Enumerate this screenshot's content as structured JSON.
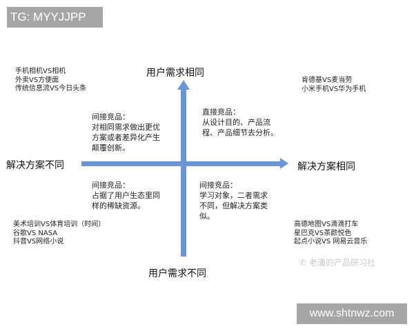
{
  "tags": {
    "top_left": "TG: MYYJJPP",
    "bottom_right": "www.shtnwz.com"
  },
  "axes": {
    "top": "用户需求相同",
    "bottom": "用户需求不同",
    "left": "解决方案不同",
    "right": "解决方案相同",
    "color": "#6a95d8"
  },
  "quadrants": {
    "top_left": {
      "title": "间接竞品：",
      "lines": [
        "对相同需求做出更优",
        "方案或者差异化产生",
        "颠覆创新。"
      ]
    },
    "top_right": {
      "title": "直接竞品：",
      "lines": [
        "从设计目的、产品流",
        "程、产品细节去分析。"
      ]
    },
    "bottom_left": {
      "title": "间接竞品：",
      "lines": [
        "占据了用户生态里同",
        "样的稀缺资源。"
      ]
    },
    "bottom_right": {
      "title": "间接竞品：",
      "lines": [
        "学习对象，二者需求",
        "不同，但解决方案类",
        "似。"
      ]
    }
  },
  "examples": {
    "top_left": [
      "手机相机VS相机",
      "外卖VS方便面",
      "传统信息流VS今日头条"
    ],
    "top_right": [
      "肯德基VS麦当劳",
      "小米手机VS华为手机"
    ],
    "bottom_left": [
      "美术培训VS体育培训（时间）",
      "谷歌VS  NASA",
      "抖音VS网络小说"
    ],
    "bottom_right": [
      "高德地图VS滴滴打车",
      "星巴克VS茶颜悦色",
      "起点小说VS 网易云音乐"
    ]
  },
  "watermark": "老潘的产品研习社"
}
